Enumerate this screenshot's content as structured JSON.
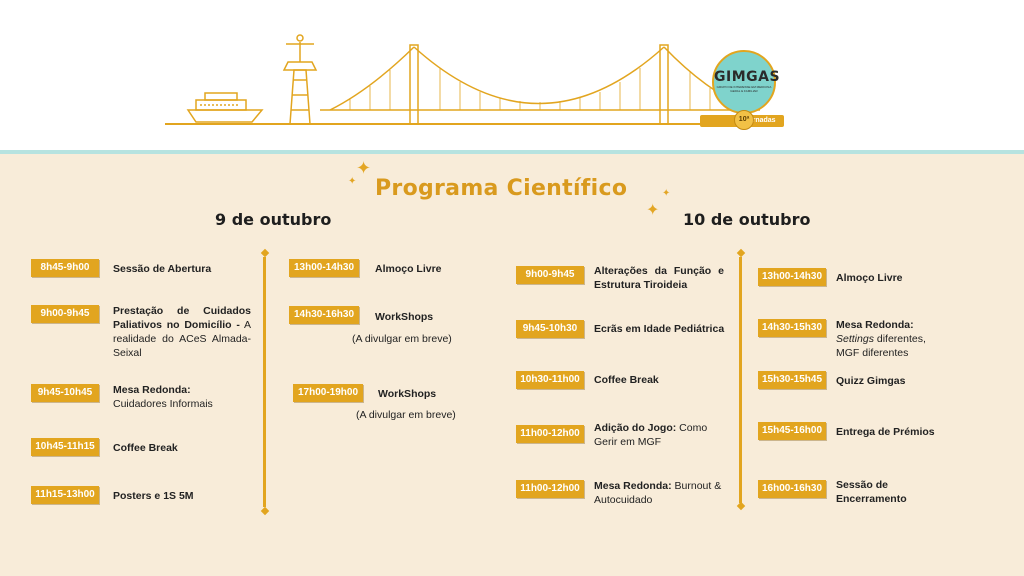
{
  "header": {
    "logo_text": "GIMGAS",
    "logo_subtitle": "GRUPO DE INTERESSE EM MEDICINA GERAL E FAMILIAR",
    "ribbon_number": "10ª",
    "ribbon_label": "Jornadas"
  },
  "title": "Programa Científico",
  "colors": {
    "accent": "#e2a51f",
    "panel_bg": "#f8ecd9",
    "teal": "#7fd3cc"
  },
  "day1": {
    "label": "9 de outubro",
    "left": [
      {
        "time": "8h45-9h00",
        "text": "Sessão de Abertura"
      },
      {
        "time": "9h00-9h45",
        "text_bold": "Prestação de Cuidados Paliativos no Domicílio -",
        "text_normal": "A realidade do ACeS Almada-Seixal"
      },
      {
        "time": "9h45-10h45",
        "text_bold": "Mesa Redonda:",
        "text_normal": "Cuidadores Informais"
      },
      {
        "time": "10h45-11h15",
        "text": "Coffee Break"
      },
      {
        "time": "11h15-13h00",
        "text": "Posters e 1S 5M"
      }
    ],
    "right": [
      {
        "time": "13h00-14h30",
        "text": "Almoço Livre"
      },
      {
        "time": "14h30-16h30",
        "text": "WorkShops",
        "note": "(A divulgar em breve)"
      },
      {
        "time": "17h00-19h00",
        "text": "WorkShops",
        "note": "(A divulgar em breve)"
      }
    ]
  },
  "day2": {
    "label": "10 de outubro",
    "left": [
      {
        "time": "9h00-9h45",
        "text": "Alterações da Função e Estrutura Tiroideia"
      },
      {
        "time": "9h45-10h30",
        "text": "Ecrãs em Idade Pediátrica"
      },
      {
        "time": "10h30-11h00",
        "text": "Coffee Break"
      },
      {
        "time": "11h00-12h00",
        "text_bold": "Adição do Jogo:",
        "text_normal": "Como Gerir em MGF"
      },
      {
        "time": "11h00-12h00",
        "text_bold": "Mesa Redonda:",
        "text_normal": "Burnout & Autocuidado"
      }
    ],
    "right": [
      {
        "time": "13h00-14h30",
        "text": "Almoço Livre"
      },
      {
        "time": "14h30-15h30",
        "text_bold": "Mesa Redonda:",
        "text_italic": "Settings",
        "text_normal": "diferentes, MGF diferentes"
      },
      {
        "time": "15h30-15h45",
        "text": "Quizz Gimgas"
      },
      {
        "time": "15h45-16h00",
        "text": "Entrega de Prémios"
      },
      {
        "time": "16h00-16h30",
        "text": "Sessão de Encerramento"
      }
    ]
  }
}
